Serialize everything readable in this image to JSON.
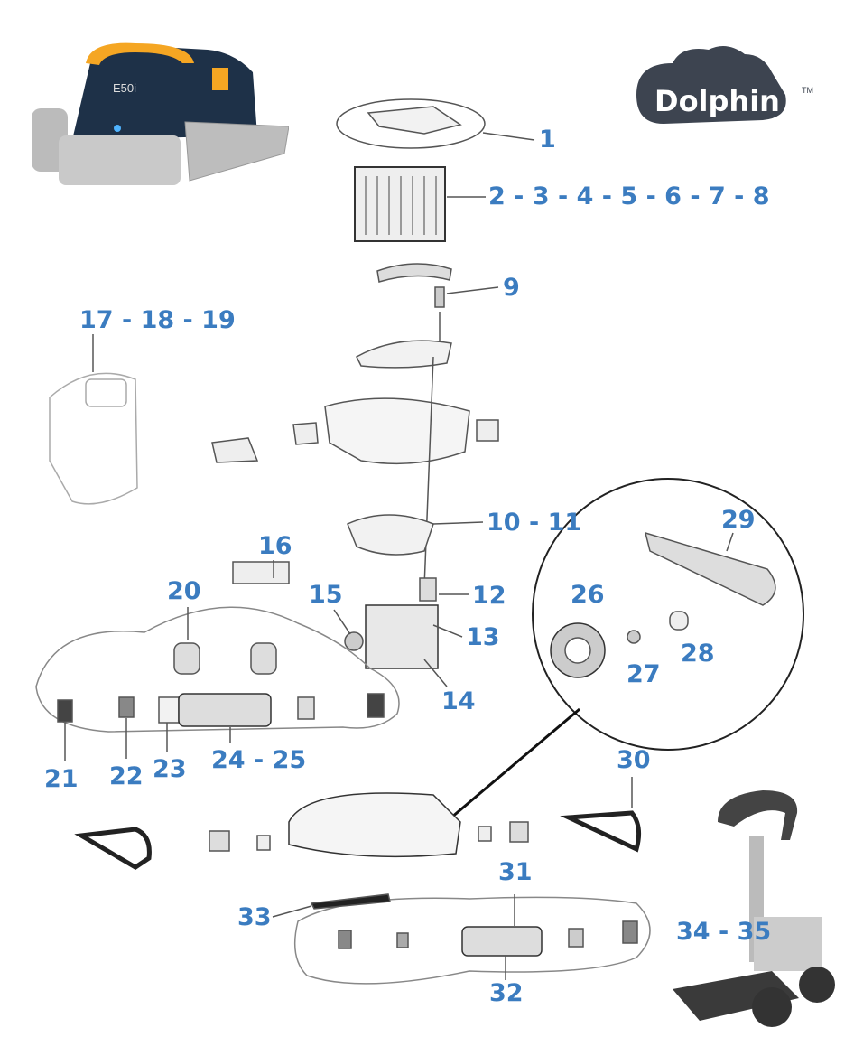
{
  "brand": {
    "name": "Dolphin",
    "trademark": "TM"
  },
  "product": {
    "model": "E50i"
  },
  "accent_color": "#3b7cc0",
  "labels": [
    "1",
    "2 - 3 - 4 - 5 - 6 - 7 - 8",
    "9",
    "17 - 18 - 19",
    "10 - 11",
    "16",
    "20",
    "15",
    "12",
    "26",
    "29",
    "13",
    "27",
    "28",
    "14",
    "21",
    "22",
    "23",
    "24 - 25",
    "30",
    "31",
    "33",
    "34 - 35",
    "32"
  ]
}
